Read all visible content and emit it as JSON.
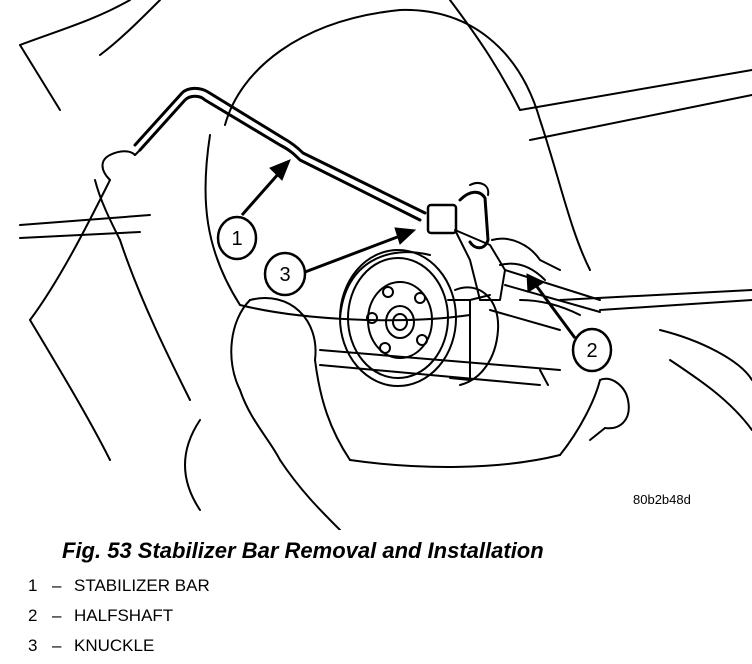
{
  "figure_code": "80b2b48d",
  "caption": "Fig. 53 Stabilizer Bar Removal and Installation",
  "callouts": [
    {
      "number": "1"
    },
    {
      "number": "3"
    },
    {
      "number": "2"
    }
  ],
  "legend": [
    {
      "number": "1",
      "dash": "–",
      "label": "STABILIZER BAR"
    },
    {
      "number": "2",
      "dash": "–",
      "label": "HALFSHAFT"
    },
    {
      "number": "3",
      "dash": "–",
      "label": "KNUCKLE"
    }
  ]
}
